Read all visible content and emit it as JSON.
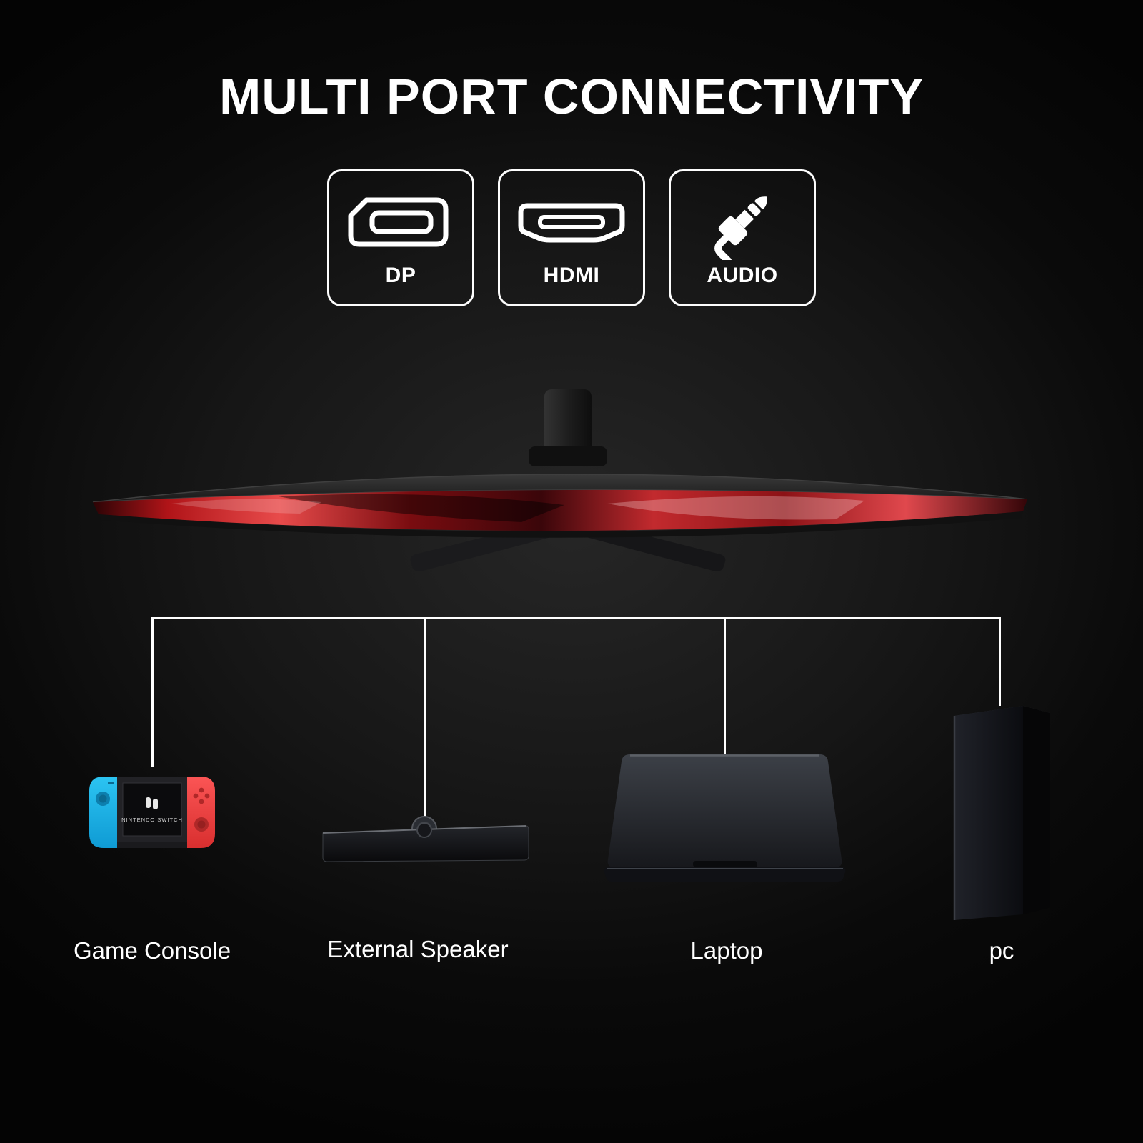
{
  "title": "MULTI PORT CONNECTIVITY",
  "ports": [
    {
      "id": "dp",
      "label": "DP",
      "icon": "displayport-icon"
    },
    {
      "id": "hdmi",
      "label": "HDMI",
      "icon": "hdmi-icon"
    },
    {
      "id": "audio",
      "label": "AUDIO",
      "icon": "audio-jack-icon"
    }
  ],
  "devices": [
    {
      "id": "game-console",
      "label": "Game Console",
      "brand": "NINTENDO SWITCH"
    },
    {
      "id": "external-speaker",
      "label": "External Speaker"
    },
    {
      "id": "laptop",
      "label": "Laptop"
    },
    {
      "id": "pc",
      "label": "pc"
    }
  ],
  "colors": {
    "background": "#0a0a0a",
    "line": "#ffffff",
    "screen_red": "#d32328",
    "joycon_blue": "#1ab3e6",
    "joycon_red": "#f84a4a"
  }
}
